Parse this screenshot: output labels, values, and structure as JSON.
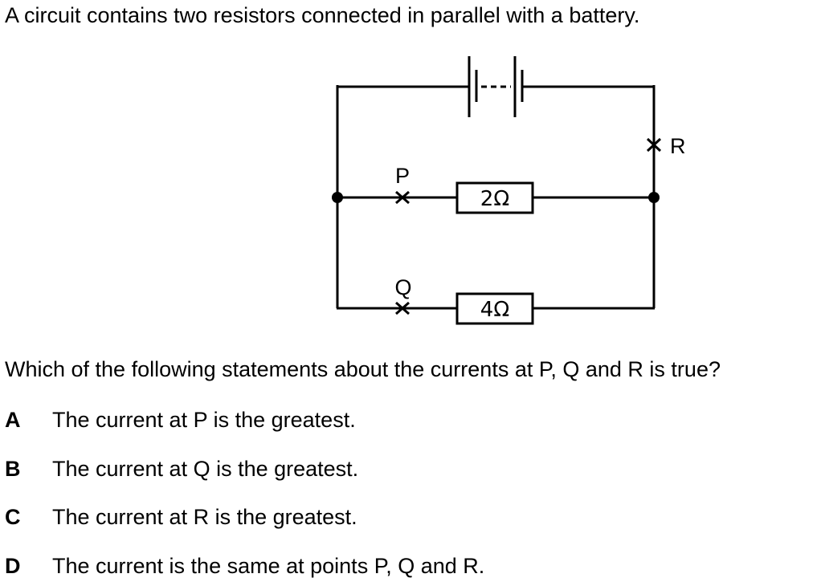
{
  "intro_text": "A circuit contains two resistors connected in parallel with a battery.",
  "diagram": {
    "point_p_label": "P",
    "point_q_label": "Q",
    "point_r_label": "R",
    "resistor_top_label": "2Ω",
    "resistor_bottom_label": "4Ω"
  },
  "question_text": "Which of the following statements about the currents at P, Q and R is true?",
  "options": [
    {
      "letter": "A",
      "text": "The current at P is the greatest."
    },
    {
      "letter": "B",
      "text": "The current at Q is the greatest."
    },
    {
      "letter": "C",
      "text": "The current at R is the greatest."
    },
    {
      "letter": "D",
      "text": "The current is the same at points P, Q and R."
    }
  ]
}
